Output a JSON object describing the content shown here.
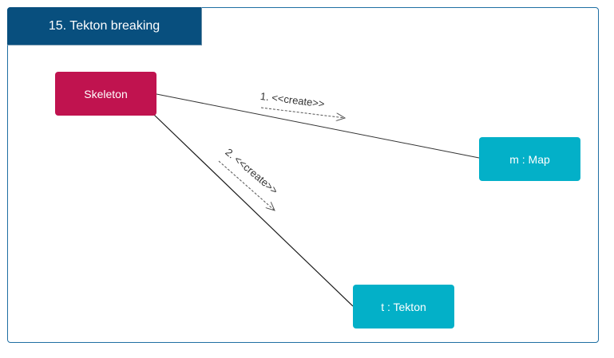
{
  "title": "15. Tekton breaking",
  "nodes": {
    "skeleton": {
      "label": "Skeleton",
      "color": "#c0134f"
    },
    "map": {
      "label": "m : Map",
      "color": "#03b0c8"
    },
    "tekton": {
      "label": "t : Tekton",
      "color": "#03b0c8"
    }
  },
  "messages": [
    {
      "label": "1. <<create>>",
      "from": "Skeleton",
      "to": "m : Map"
    },
    {
      "label": "2. <<create>>",
      "from": "Skeleton",
      "to": "t : Tekton"
    }
  ],
  "colors": {
    "frame_border": "#1f6fa3",
    "title_bg": "#084f7e",
    "link_line": "#333333",
    "arrow": "#555555"
  }
}
